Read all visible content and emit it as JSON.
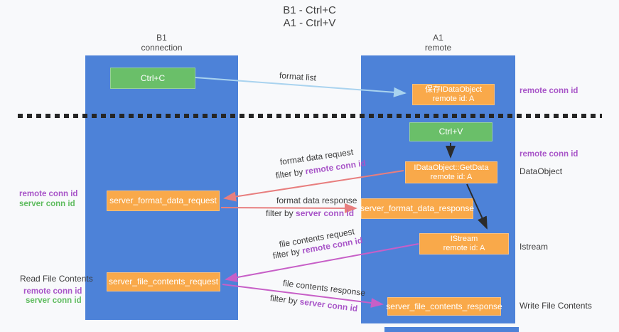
{
  "title": {
    "line1": "B1 - Ctrl+C",
    "line2": "A1 - Ctrl+V"
  },
  "columns": {
    "left": {
      "name": "B1",
      "role": "connection"
    },
    "right": {
      "name": "A1",
      "role": "remote"
    }
  },
  "boxes": {
    "ctrl_c": "Ctrl+C",
    "ctrl_v": "Ctrl+V",
    "save_obj_line1": "保存IDataObject",
    "save_obj_line2": "remote id: A",
    "getdata_line1": "IDataObject::GetData",
    "getdata_line2": "remote id: A",
    "istream_line1": "IStream",
    "istream_line2": "remote id: A",
    "format_request": "server_format_data_request",
    "format_response": "server_format_data_response",
    "file_request": "server_file_contents_request",
    "file_response": "server_file_contents_response"
  },
  "arrow_labels": {
    "format_list": "format list",
    "format_data_request": "format data request",
    "format_data_response": "format data response",
    "file_contents_request": "file contents request",
    "file_contents_response": "file contents response",
    "filter_prefix": "filter by ",
    "remote_conn_id": "remote conn id",
    "server_conn_id": "server conn id"
  },
  "side_labels": {
    "right_remote_conn_id_top": "remote conn id",
    "right_remote_conn_id_mid": "remote conn id",
    "dataobject": "DataObject",
    "istream": "Istream",
    "write_file_contents": "Write File Contents",
    "left_remote_conn_id_top": "remote conn id",
    "left_server_conn_id_top": "server conn id",
    "read_file_contents": "Read File Contents",
    "left_remote_conn_id_bottom": "remote conn id",
    "left_server_conn_id_bottom": "server conn id"
  },
  "colors": {
    "lifeline_blue": "#4d82d8",
    "green_box": "#6abf69",
    "orange_box": "#f9a94a",
    "purple_text": "#a855c8",
    "green_text": "#5fbc5f",
    "arrow_light_blue": "#a9d3ef",
    "arrow_salmon": "#e87e7e",
    "arrow_magenta": "#c75fc7",
    "arrow_black": "#2b2b2b"
  }
}
